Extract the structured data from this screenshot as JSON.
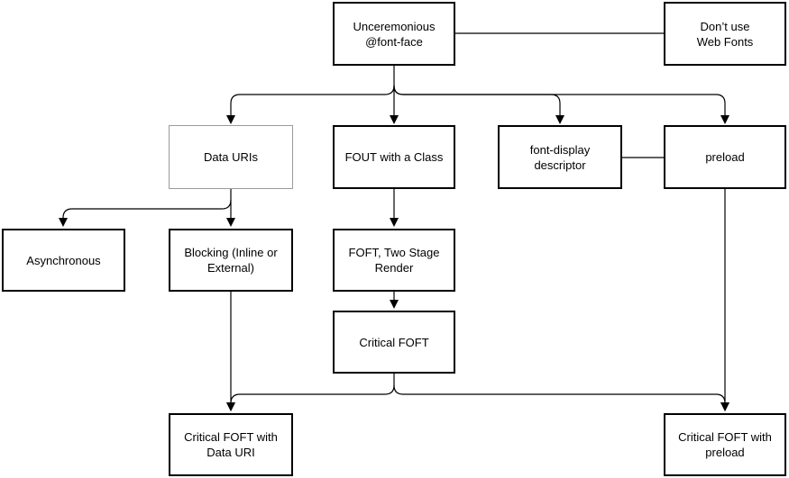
{
  "diagram": {
    "nodes": {
      "unceremonious": "Unceremonious\n@font-face",
      "dont_use": "Don’t use\nWeb Fonts",
      "data_uris": "Data URIs",
      "fout_class": "FOUT with a Class",
      "font_display": "font-display\ndescriptor",
      "preload": "preload",
      "asynchronous": "Asynchronous",
      "blocking": "Blocking (Inline or\nExternal)",
      "foft_two_stage": "FOFT, Two Stage\nRender",
      "critical_foft": "Critical FOFT",
      "critical_foft_data_uri": "Critical FOFT with\nData URI",
      "critical_foft_preload": "Critical FOFT with\npreload"
    }
  }
}
